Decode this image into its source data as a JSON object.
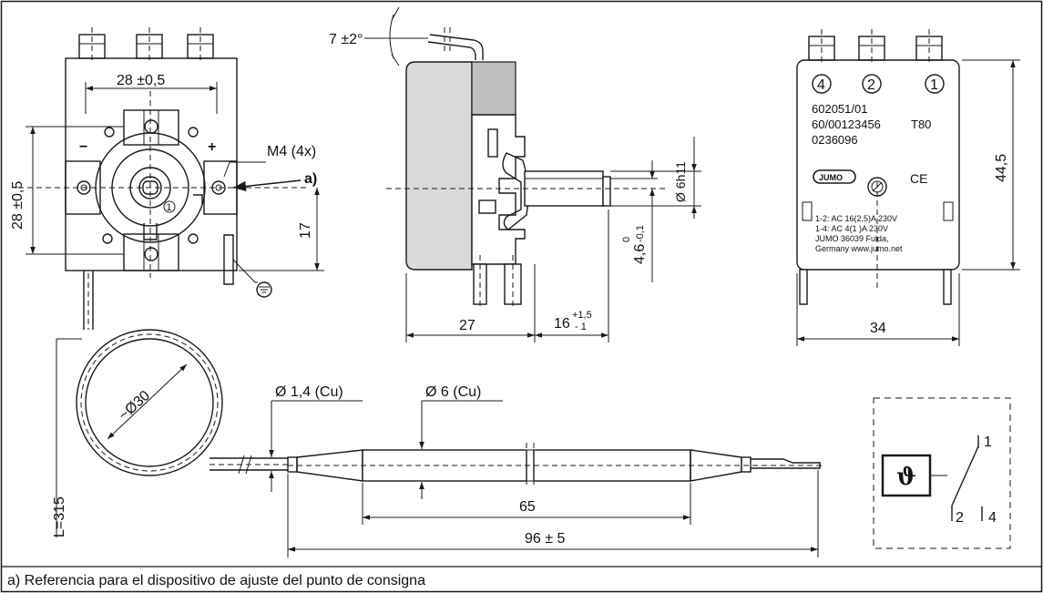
{
  "dims": {
    "front_width": "28 ±0,5",
    "front_height": "28 ±0,5",
    "thread": "M4 (4x)",
    "ref_a": "a)",
    "front_17": "17",
    "angle": "7 ±2°",
    "shaft_dia": "Ø 6h11",
    "shaft_flat": "4,6",
    "shaft_flat_upper": "0",
    "shaft_flat_lower": "-0,1",
    "side_27": "27",
    "side_16": "16",
    "side_16_upper": "+1,5",
    "side_16_lower": "- 1",
    "back_34": "34",
    "back_445": "44,5",
    "coil_dia": "~Ø30",
    "capillary_length": "L=315",
    "capillary_dia": "Ø 1,4 (Cu)",
    "bulb_dia": "Ø 6 (Cu)",
    "bulb_65": "65",
    "total_96": "96 ± 5"
  },
  "back_label": {
    "terminal_4": "4",
    "terminal_2": "2",
    "terminal_1": "1",
    "line1": "602051/01",
    "line2": "60/00123456",
    "line2b": "T80",
    "line3": "0236096",
    "brand": "JUMO",
    "ce": "CE",
    "spec1": "1-2: AC 16(2,5)A 230V",
    "spec2": "1-4: AC 4(1 )A 230V",
    "spec3": "JUMO 36039 Fulda,",
    "spec4": "Germany www.jumo.net"
  },
  "front_labels": {
    "minus": "−",
    "plus": "+",
    "circle_one": "1"
  },
  "schematic": {
    "symbol": "ϑ",
    "pin1": "1",
    "pin2": "2",
    "pin4": "4"
  },
  "footnote": "a) Referencia para el dispositivo de ajuste del punto de consigna"
}
